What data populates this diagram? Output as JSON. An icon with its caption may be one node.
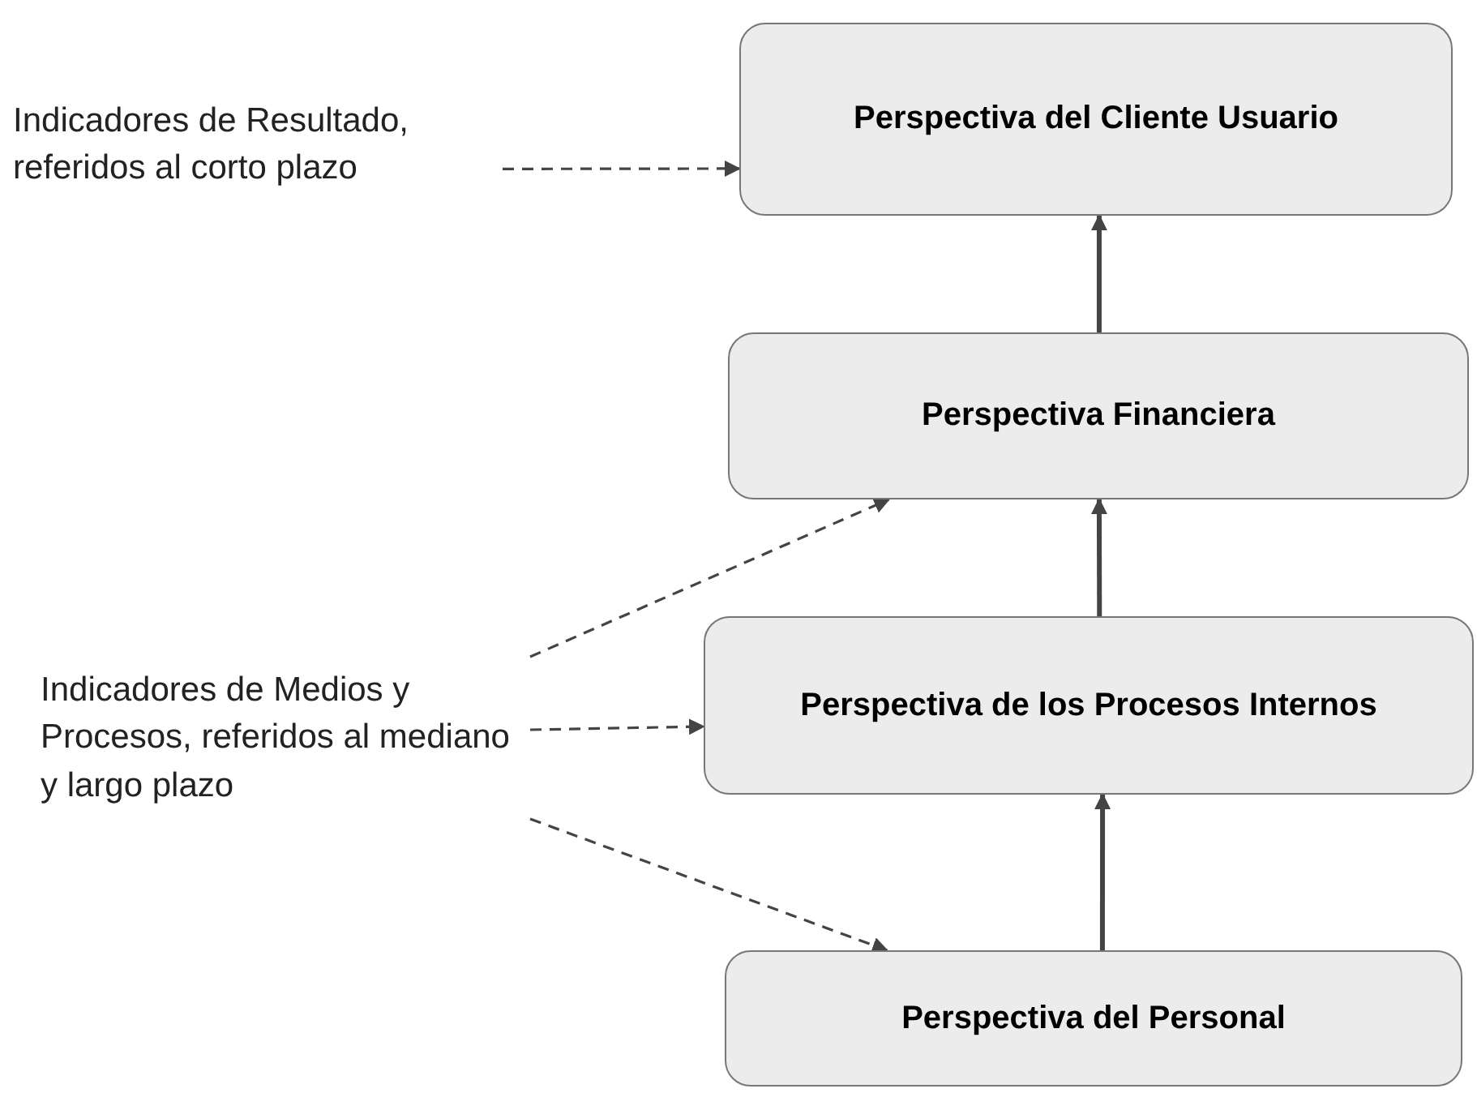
{
  "diagram": {
    "nodes": [
      {
        "text": [
          "Perspectiva del Cliente Usuario"
        ]
      },
      {
        "text": [
          "Perspectiva Financiera"
        ]
      },
      {
        "text": [
          "Perspectiva de los Procesos Internos"
        ]
      },
      {
        "text": [
          "Perspectiva del Personal"
        ]
      },
      {
        "text": [
          "Indicadores de Resultado, referidos al corto plazo"
        ]
      },
      {
        "text": [
          "Indicadores de Medios y Procesos, referidos al mediano y largo plazo"
        ]
      }
    ],
    "edges": [
      {
        "from": 1,
        "to": 0,
        "arrow": "to"
      },
      {
        "from": 2,
        "to": 1,
        "arrow": "to"
      },
      {
        "from": 3,
        "to": 2,
        "arrow": "to"
      },
      {
        "from": 4,
        "to": 0,
        "arrow": "to",
        "style": "dashed"
      },
      {
        "from": 5,
        "to": 1,
        "arrow": "to",
        "style": "dashed"
      },
      {
        "from": 5,
        "to": 2,
        "arrow": "to",
        "style": "dashed"
      },
      {
        "from": 5,
        "to": 3,
        "arrow": "to",
        "style": "dashed"
      }
    ]
  }
}
